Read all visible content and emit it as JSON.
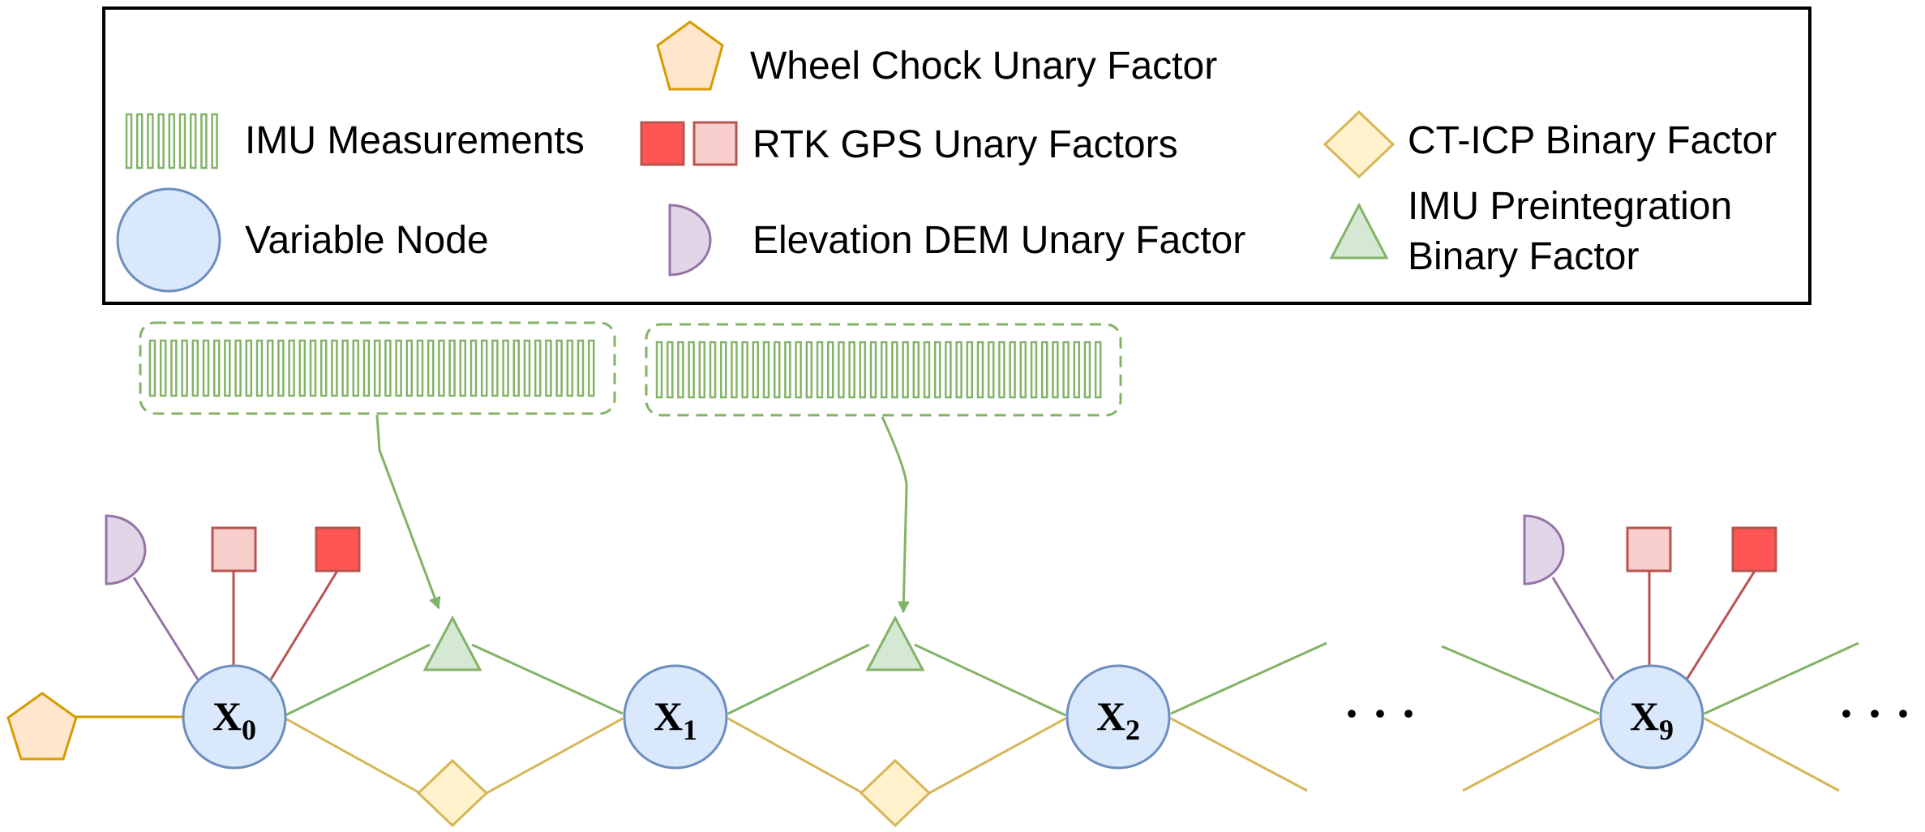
{
  "colors": {
    "variable_fill": "#dae8fc",
    "variable_stroke": "#6c8ebf",
    "imu_stroke": "#82b366",
    "imu_fill": "#d5e8d4",
    "wheel_fill": "#ffe6cc",
    "wheel_stroke": "#d79b00",
    "rtk_dark_fill": "#ff5555",
    "rtk_light_fill": "#f8cecc",
    "rtk_stroke": "#b85450",
    "ct_icp_fill": "#fff2cc",
    "ct_icp_stroke": "#d6b656",
    "elevation_fill": "#e1d5e7",
    "elevation_stroke": "#9673a6"
  },
  "legend": {
    "wheel_chock": "Wheel Chock Unary Factor",
    "imu_measurements": "IMU Measurements",
    "rtk_gps": "RTK GPS Unary Factors",
    "ct_icp": "CT-ICP Binary Factor",
    "variable_node": "Variable Node",
    "elevation_dem": "Elevation DEM Unary Factor",
    "imu_preint_line1": "IMU Preintegration",
    "imu_preint_line2": "Binary Factor"
  },
  "nodes": [
    {
      "letter": "X",
      "sub": "0"
    },
    {
      "letter": "X",
      "sub": "1"
    },
    {
      "letter": "X",
      "sub": "2"
    },
    {
      "letter": "X",
      "sub": "9"
    }
  ],
  "ellipsis": "· · ·"
}
